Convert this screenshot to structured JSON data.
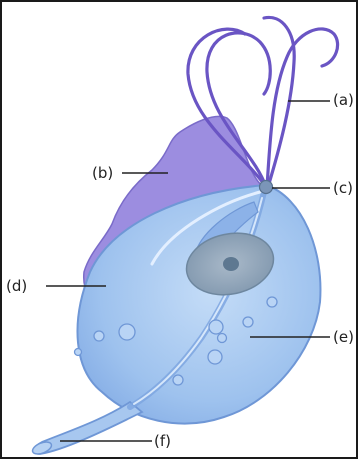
{
  "diagram": {
    "labels": {
      "a": "(a)",
      "b": "(b)",
      "c": "(c)",
      "d": "(d)",
      "e": "(e)",
      "f": "(f)"
    },
    "colors": {
      "flagella": "#6a55c4",
      "membrane": "#9c8de0",
      "body": "#9ec2ee",
      "body_edge": "#6f97d6",
      "nucleus": "#8fa3b8",
      "nucleolus": "#5e7891",
      "lines": "#222222"
    }
  }
}
